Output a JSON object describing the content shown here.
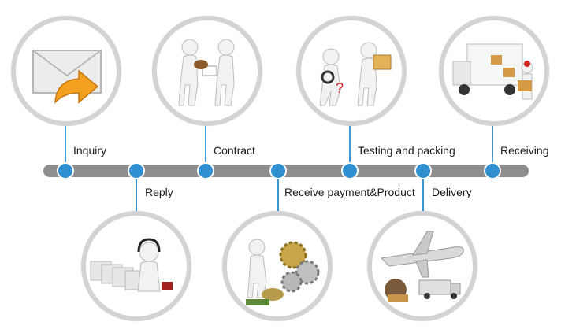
{
  "steps": {
    "inquiry": "Inquiry",
    "reply": "Reply",
    "contract": "Contract",
    "payment": "Receive payment&Product",
    "testing": "Testing and packing",
    "delivery": "Delivery",
    "receiving": "Receiving"
  },
  "colors": {
    "bar": "#8e8e8e",
    "dot": "#2f8fd0",
    "circle_border": "#d3d3d3"
  },
  "icons": {
    "inquiry": "envelope-arrow-icon",
    "reply": "call-center-icon",
    "contract": "handshake-contract-icon",
    "payment": "money-gears-icon",
    "testing": "inspection-package-icon",
    "delivery": "airplane-truck-icon",
    "receiving": "delivery-truck-icon"
  }
}
